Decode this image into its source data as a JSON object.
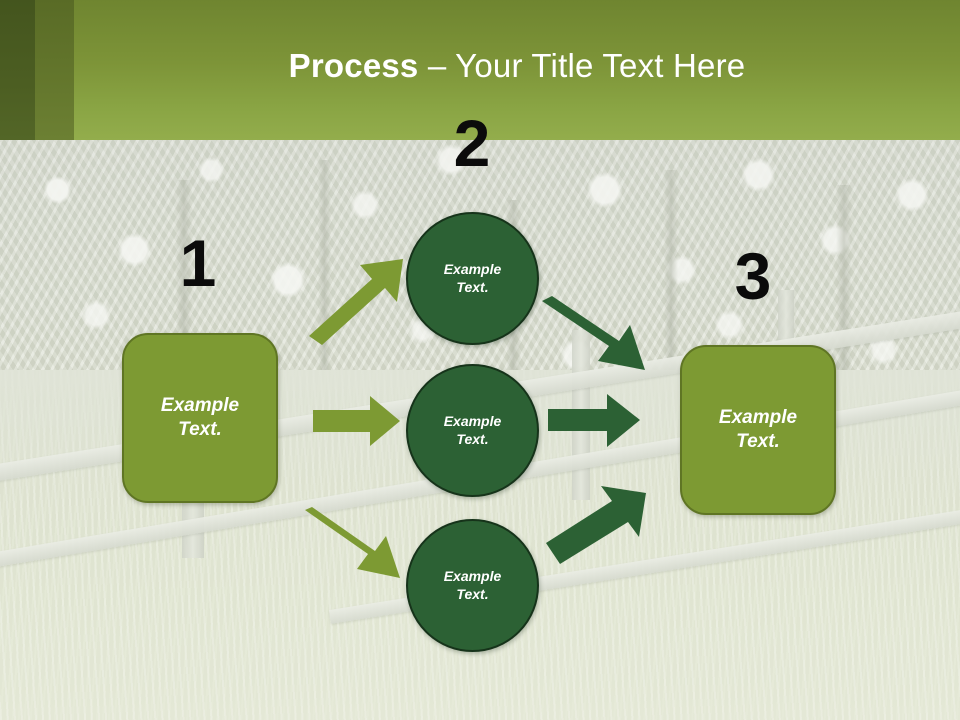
{
  "slide": {
    "title_strong": "Process",
    "title_rest": " – Your Title Text Here",
    "title_full": "Process – Your Title Text Here"
  },
  "theme": {
    "header_top": "#6f8530",
    "header_bottom": "#93ad4c",
    "band_dark": "#44551e",
    "band_mid": "#63762c",
    "box_fill": "#7d9a33",
    "box_border": "#5f7524",
    "circle_fill": "#2c6134",
    "circle_border": "#16331a",
    "arrow_light": "#7d9a33",
    "arrow_dark": "#2c6134",
    "number_color": "#0b0b0b",
    "shape_text_color": "#ffffff"
  },
  "steps": [
    {
      "number": "1",
      "label": "Example\nText."
    },
    {
      "number": "2",
      "label": "Example\nText."
    },
    {
      "number": "3",
      "label": "Example\nText."
    }
  ],
  "step_numbers": {
    "one": "1",
    "two": "2",
    "three": "3"
  },
  "shapes": {
    "input_box": {
      "line1": "Example",
      "line2": "Text."
    },
    "branch_top": {
      "line1": "Example",
      "line2": "Text."
    },
    "branch_middle": {
      "line1": "Example",
      "line2": "Text."
    },
    "branch_bottom": {
      "line1": "Example",
      "line2": "Text."
    },
    "output_box": {
      "line1": "Example",
      "line2": "Text."
    }
  },
  "arrows": {
    "in_to_top": "arrow-up-right",
    "in_to_middle": "arrow-right",
    "in_to_bottom": "arrow-down-right",
    "top_to_out": "arrow-down-right",
    "middle_to_out": "arrow-right",
    "bottom_to_out": "arrow-up-right"
  },
  "background": {
    "description": "orchard-meadow-fence-photo"
  }
}
